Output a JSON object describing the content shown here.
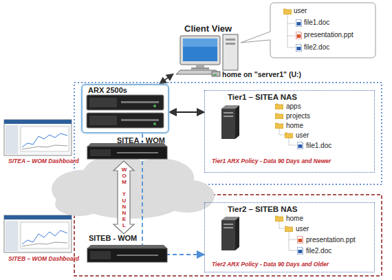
{
  "diagram": {
    "nodes": [
      {
        "text": [
          "Client View"
        ]
      },
      {
        "text": [
          "user",
          "file1.doc",
          "presentation.ppt",
          "file2.doc"
        ]
      },
      {
        "text": [
          "ARX 2500s"
        ]
      },
      {
        "text": [
          "Tier1 – SITEA NAS",
          "apps",
          "projects",
          "home",
          "user",
          "file1.doc",
          "Tier1 ARX Policy - Data 90 Days and Newer"
        ]
      },
      {
        "text": [
          "SITEA - WOM"
        ]
      },
      {
        "text": [
          "SITEB - WOM"
        ]
      },
      {
        "text": [
          "Tier2 – SITEB NAS",
          "home",
          "user",
          "presentation.ppt",
          "file2.doc",
          "Tier2 ARX Policy - Data 90 Days and Older"
        ]
      }
    ],
    "edges": [
      {
        "from": 0,
        "to": 2,
        "arrow": "both"
      },
      {
        "from": 2,
        "to": 3,
        "arrow": "both"
      },
      {
        "from": 4,
        "to": 5,
        "label": "WOM TUNNEL",
        "arrow": "both"
      },
      {
        "from": 2,
        "to": 6,
        "arrow": "to"
      }
    ],
    "labels": [
      "home on \"server1\" (U:)",
      "SITEA – WOM Dashboard",
      "SITEB – WOM Dashboard"
    ]
  }
}
